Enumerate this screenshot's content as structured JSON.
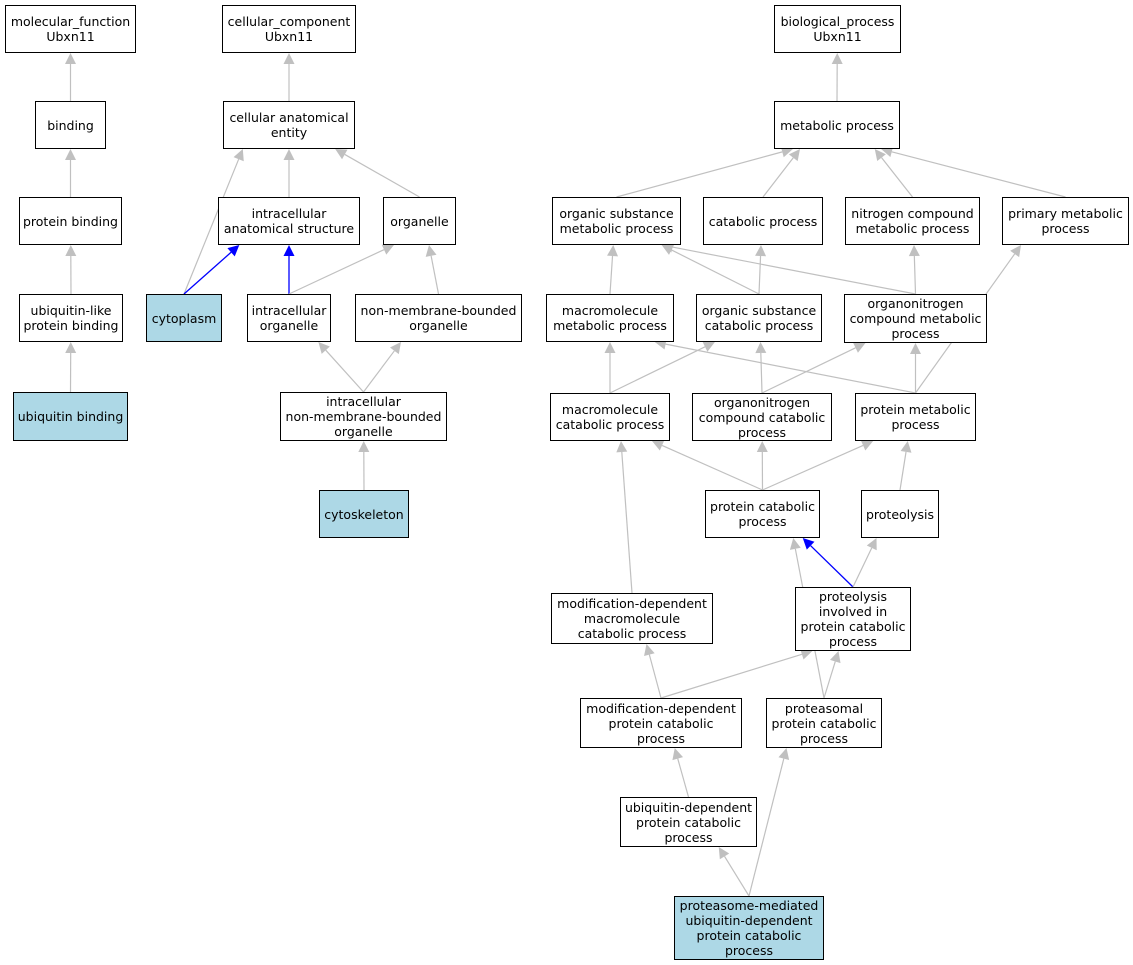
{
  "colors": {
    "node_fill": "#ffffff",
    "highlight_fill": "#add8e6",
    "border": "#000000",
    "edge": "#c0c0c0",
    "edge_highlight": "#0000ff"
  },
  "nodes": {
    "mf_root": {
      "label": "molecular_function\nUbxn11",
      "highlight": false
    },
    "binding": {
      "label": "binding",
      "highlight": false
    },
    "protein_binding": {
      "label": "protein binding",
      "highlight": false
    },
    "ubl_binding": {
      "label": "ubiquitin-like\nprotein binding",
      "highlight": false
    },
    "ub_binding": {
      "label": "ubiquitin binding",
      "highlight": true
    },
    "cc_root": {
      "label": "cellular_component\nUbxn11",
      "highlight": false
    },
    "cae": {
      "label": "cellular anatomical\nentity",
      "highlight": false
    },
    "ias": {
      "label": "intracellular\nanatomical structure",
      "highlight": false
    },
    "organelle": {
      "label": "organelle",
      "highlight": false
    },
    "cytoplasm": {
      "label": "cytoplasm",
      "highlight": true
    },
    "intra_org": {
      "label": "intracellular\norganelle",
      "highlight": false
    },
    "nmbo": {
      "label": "non-membrane-bounded\norganelle",
      "highlight": false
    },
    "inmbo": {
      "label": "intracellular\nnon-membrane-bounded\norganelle",
      "highlight": false
    },
    "cytoskeleton": {
      "label": "cytoskeleton",
      "highlight": true
    },
    "bp_root": {
      "label": "biological_process\nUbxn11",
      "highlight": false
    },
    "metabolic": {
      "label": "metabolic process",
      "highlight": false
    },
    "osmp": {
      "label": "organic substance\nmetabolic process",
      "highlight": false
    },
    "catabolic": {
      "label": "catabolic process",
      "highlight": false
    },
    "ncmp": {
      "label": "nitrogen compound\nmetabolic process",
      "highlight": false
    },
    "pmp": {
      "label": "primary metabolic\nprocess",
      "highlight": false
    },
    "mmp": {
      "label": "macromolecule\nmetabolic process",
      "highlight": false
    },
    "oscp": {
      "label": "organic substance\ncatabolic process",
      "highlight": false
    },
    "oncmp": {
      "label": "organonitrogen\ncompound metabolic\nprocess",
      "highlight": false
    },
    "mcp": {
      "label": "macromolecule\ncatabolic process",
      "highlight": false
    },
    "onccp": {
      "label": "organonitrogen\ncompound catabolic\nprocess",
      "highlight": false
    },
    "protmp": {
      "label": "protein metabolic\nprocess",
      "highlight": false
    },
    "pcp": {
      "label": "protein catabolic\nprocess",
      "highlight": false
    },
    "proteolysis": {
      "label": "proteolysis",
      "highlight": false
    },
    "mdmcp": {
      "label": "modification-dependent\nmacromolecule\ncatabolic process",
      "highlight": false
    },
    "pipcp": {
      "label": "proteolysis\ninvolved in\nprotein catabolic\nprocess",
      "highlight": false
    },
    "mdpcp": {
      "label": "modification-dependent\nprotein catabolic\nprocess",
      "highlight": false
    },
    "proteasomal": {
      "label": "proteasomal\nprotein catabolic\nprocess",
      "highlight": false
    },
    "udpcp": {
      "label": "ubiquitin-dependent\nprotein catabolic\nprocess",
      "highlight": false
    },
    "pmudpcp": {
      "label": "proteasome-mediated\nubiquitin-dependent\nprotein catabolic\nprocess",
      "highlight": true
    }
  },
  "edges": [
    {
      "from": "binding",
      "to": "mf_root",
      "highlight": false
    },
    {
      "from": "protein_binding",
      "to": "binding",
      "highlight": false
    },
    {
      "from": "ubl_binding",
      "to": "protein_binding",
      "highlight": false
    },
    {
      "from": "ub_binding",
      "to": "ubl_binding",
      "highlight": false
    },
    {
      "from": "cae",
      "to": "cc_root",
      "highlight": false
    },
    {
      "from": "ias",
      "to": "cae",
      "highlight": false
    },
    {
      "from": "organelle",
      "to": "cae",
      "highlight": false
    },
    {
      "from": "cytoplasm",
      "to": "cae",
      "highlight": false
    },
    {
      "from": "cytoplasm",
      "to": "ias",
      "highlight": true
    },
    {
      "from": "intra_org",
      "to": "ias",
      "highlight": true
    },
    {
      "from": "intra_org",
      "to": "organelle",
      "highlight": false
    },
    {
      "from": "nmbo",
      "to": "organelle",
      "highlight": false
    },
    {
      "from": "inmbo",
      "to": "intra_org",
      "highlight": false
    },
    {
      "from": "inmbo",
      "to": "nmbo",
      "highlight": false
    },
    {
      "from": "cytoskeleton",
      "to": "inmbo",
      "highlight": false
    },
    {
      "from": "metabolic",
      "to": "bp_root",
      "highlight": false
    },
    {
      "from": "osmp",
      "to": "metabolic",
      "highlight": false
    },
    {
      "from": "catabolic",
      "to": "metabolic",
      "highlight": false
    },
    {
      "from": "ncmp",
      "to": "metabolic",
      "highlight": false
    },
    {
      "from": "pmp",
      "to": "metabolic",
      "highlight": false
    },
    {
      "from": "mmp",
      "to": "osmp",
      "highlight": false
    },
    {
      "from": "oscp",
      "to": "osmp",
      "highlight": false
    },
    {
      "from": "oscp",
      "to": "catabolic",
      "highlight": false
    },
    {
      "from": "oncmp",
      "to": "osmp",
      "highlight": false
    },
    {
      "from": "oncmp",
      "to": "ncmp",
      "highlight": false
    },
    {
      "from": "mcp",
      "to": "mmp",
      "highlight": false
    },
    {
      "from": "mcp",
      "to": "oscp",
      "highlight": false
    },
    {
      "from": "onccp",
      "to": "oscp",
      "highlight": false
    },
    {
      "from": "onccp",
      "to": "oncmp",
      "highlight": false
    },
    {
      "from": "protmp",
      "to": "mmp",
      "highlight": false
    },
    {
      "from": "protmp",
      "to": "oncmp",
      "highlight": false
    },
    {
      "from": "protmp",
      "to": "pmp",
      "highlight": false
    },
    {
      "from": "pcp",
      "to": "mcp",
      "highlight": false
    },
    {
      "from": "pcp",
      "to": "onccp",
      "highlight": false
    },
    {
      "from": "pcp",
      "to": "protmp",
      "highlight": false
    },
    {
      "from": "proteolysis",
      "to": "protmp",
      "highlight": false
    },
    {
      "from": "mdmcp",
      "to": "mcp",
      "highlight": false
    },
    {
      "from": "pipcp",
      "to": "pcp",
      "highlight": true
    },
    {
      "from": "pipcp",
      "to": "proteolysis",
      "highlight": false
    },
    {
      "from": "mdpcp",
      "to": "mdmcp",
      "highlight": false
    },
    {
      "from": "mdpcp",
      "to": "pipcp",
      "highlight": false
    },
    {
      "from": "proteasomal",
      "to": "pcp",
      "highlight": false
    },
    {
      "from": "proteasomal",
      "to": "pipcp",
      "highlight": false
    },
    {
      "from": "udpcp",
      "to": "mdpcp",
      "highlight": false
    },
    {
      "from": "pmudpcp",
      "to": "udpcp",
      "highlight": false
    },
    {
      "from": "pmudpcp",
      "to": "proteasomal",
      "highlight": false
    }
  ]
}
